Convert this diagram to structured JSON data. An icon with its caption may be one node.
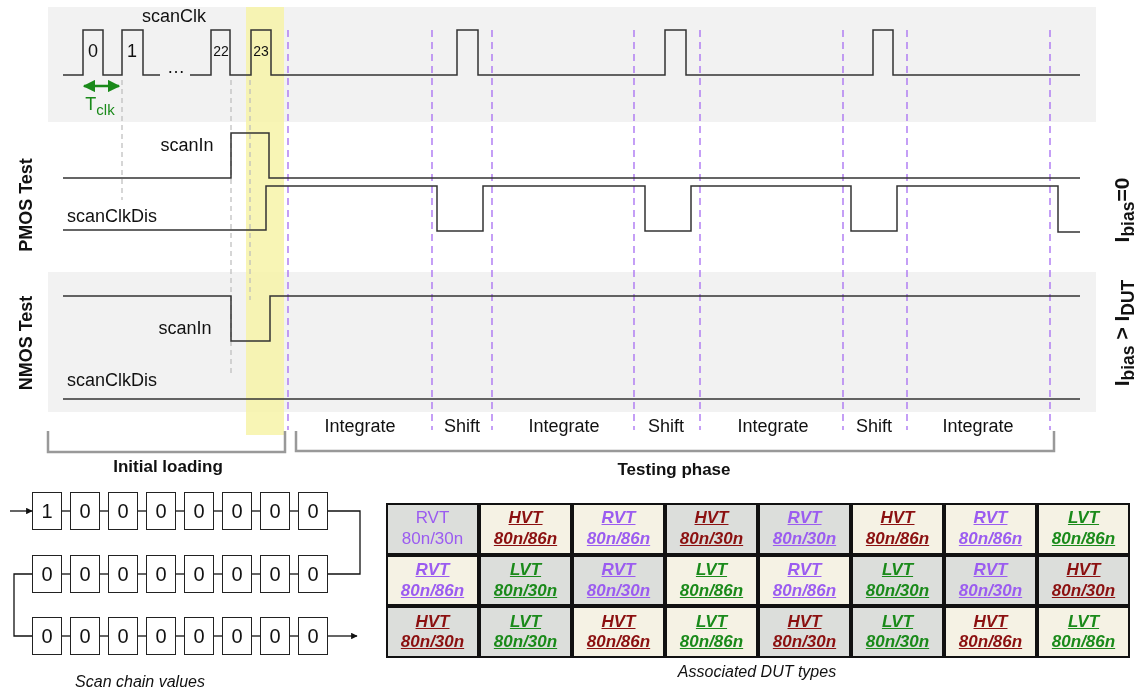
{
  "diagram": {
    "nodes": [
      {
        "text": [
          "1"
        ]
      },
      {
        "text": [
          "0"
        ]
      },
      {
        "text": [
          "0"
        ]
      },
      {
        "text": [
          "0"
        ]
      },
      {
        "text": [
          "0"
        ]
      },
      {
        "text": [
          "0"
        ]
      },
      {
        "text": [
          "0"
        ]
      },
      {
        "text": [
          "0"
        ]
      },
      {
        "text": [
          "0"
        ]
      },
      {
        "text": [
          "0"
        ]
      },
      {
        "text": [
          "0"
        ]
      },
      {
        "text": [
          "0"
        ]
      },
      {
        "text": [
          "0"
        ]
      },
      {
        "text": [
          "0"
        ]
      },
      {
        "text": [
          "0"
        ]
      },
      {
        "text": [
          "0"
        ]
      },
      {
        "text": [
          "0"
        ]
      },
      {
        "text": [
          "0"
        ]
      },
      {
        "text": [
          "0"
        ]
      },
      {
        "text": [
          "0"
        ]
      },
      {
        "text": [
          "0"
        ]
      },
      {
        "text": [
          "0"
        ]
      },
      {
        "text": [
          "0"
        ]
      },
      {
        "text": [
          "0"
        ]
      },
      {
        "text": [
          "RVT",
          "80n/30n"
        ]
      },
      {
        "text": [
          "HVT",
          "80n/86n"
        ]
      },
      {
        "text": [
          "RVT",
          "80n/86n"
        ]
      },
      {
        "text": [
          "HVT",
          "80n/30n"
        ]
      },
      {
        "text": [
          "RVT",
          "80n/30n"
        ]
      },
      {
        "text": [
          "HVT",
          "80n/86n"
        ]
      },
      {
        "text": [
          "RVT",
          "80n/86n"
        ]
      },
      {
        "text": [
          "LVT",
          "80n/86n"
        ]
      },
      {
        "text": [
          "RVT",
          "80n/86n"
        ]
      },
      {
        "text": [
          "LVT",
          "80n/30n"
        ]
      },
      {
        "text": [
          "RVT",
          "80n/30n"
        ]
      },
      {
        "text": [
          "LVT",
          "80n/86n"
        ]
      },
      {
        "text": [
          "RVT",
          "80n/86n"
        ]
      },
      {
        "text": [
          "LVT",
          "80n/30n"
        ]
      },
      {
        "text": [
          "RVT",
          "80n/30n"
        ]
      },
      {
        "text": [
          "HVT",
          "80n/30n"
        ]
      },
      {
        "text": [
          "HVT",
          "80n/30n"
        ]
      },
      {
        "text": [
          "LVT",
          "80n/30n"
        ]
      },
      {
        "text": [
          "HVT",
          "80n/86n"
        ]
      },
      {
        "text": [
          "LVT",
          "80n/86n"
        ]
      },
      {
        "text": [
          "HVT",
          "80n/30n"
        ]
      },
      {
        "text": [
          "LVT",
          "80n/30n"
        ]
      },
      {
        "text": [
          "HVT",
          "80n/86n"
        ]
      },
      {
        "text": [
          "LVT",
          "80n/86n"
        ]
      }
    ],
    "edges": [
      {
        "from": null,
        "to": 0,
        "arrow": "to"
      },
      {
        "from": 0,
        "to": 1,
        "arrow": "none"
      },
      {
        "from": 1,
        "to": 2,
        "arrow": "none"
      },
      {
        "from": 2,
        "to": 3,
        "arrow": "none"
      },
      {
        "from": 3,
        "to": 4,
        "arrow": "none"
      },
      {
        "from": 4,
        "to": 5,
        "arrow": "none"
      },
      {
        "from": 5,
        "to": 6,
        "arrow": "none"
      },
      {
        "from": 6,
        "to": 7,
        "arrow": "none"
      },
      {
        "from": 7,
        "to": 15,
        "arrow": "none"
      },
      {
        "from": 8,
        "to": 9,
        "arrow": "none"
      },
      {
        "from": 9,
        "to": 10,
        "arrow": "none"
      },
      {
        "from": 10,
        "to": 11,
        "arrow": "none"
      },
      {
        "from": 11,
        "to": 12,
        "arrow": "none"
      },
      {
        "from": 12,
        "to": 13,
        "arrow": "none"
      },
      {
        "from": 13,
        "to": 14,
        "arrow": "none"
      },
      {
        "from": 14,
        "to": 15,
        "arrow": "none"
      },
      {
        "from": 8,
        "to": 16,
        "arrow": "none"
      },
      {
        "from": 16,
        "to": 17,
        "arrow": "none"
      },
      {
        "from": 17,
        "to": 18,
        "arrow": "none"
      },
      {
        "from": 18,
        "to": 19,
        "arrow": "none"
      },
      {
        "from": 19,
        "to": 20,
        "arrow": "none"
      },
      {
        "from": 20,
        "to": 21,
        "arrow": "none"
      },
      {
        "from": 21,
        "to": 22,
        "arrow": "none"
      },
      {
        "from": 22,
        "to": 23,
        "arrow": "none"
      },
      {
        "from": 23,
        "to": null,
        "arrow": "to"
      }
    ],
    "labels": [
      "scanClk",
      "0",
      "1",
      "…",
      "22",
      "23",
      "T$_{clk}$",
      "scanIn",
      "scanClkDis",
      "PMOS Test",
      "I$_{bias}$=0",
      "NMOS Test",
      "scanIn",
      "scanClkDis",
      "I$_{bias}$ > I$_{DUT}$",
      "Integrate",
      "Shift",
      "Integrate",
      "Shift",
      "Integrate",
      "Shift",
      "Integrate",
      "Initial loading",
      "Testing phase",
      "Scan chain values",
      "Associated DUT types"
    ]
  }
}
